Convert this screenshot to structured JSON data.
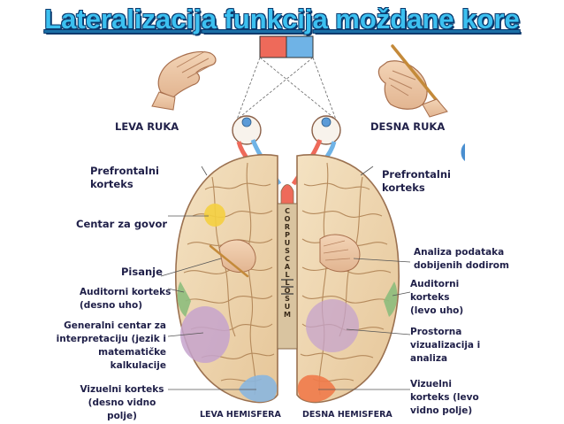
{
  "title": "Lateralizacija funkcija moždane kore",
  "labels": {
    "leva_ruka": "LEVA RUKA",
    "desna_ruka": "DESNA RUKA",
    "prefrontalni_levo": "Prefrontalni\nkorteks",
    "prefrontalni_desno": "Prefrontalni\nkorteks",
    "centar_za_govor": "Centar za govor",
    "pisanje": "Pisanje",
    "auditorni_levo": "Auditorni korteks\n(desno uho)",
    "generalni_centar": "Generalni centar za\ninterpretaciju (jezik i\nmatematičke kalkulacije",
    "vizuelni_levo": "Vizuelni korteks\n(desno vidno polje)",
    "analiza_dodira": "Analiza podataka\ndobijenih dodirom",
    "auditorni_desno": "Auditorni\nkorteks\n(levo uho)",
    "prostorna": "Prostorna\nvizualizacija i\nanaliza",
    "vizuelni_desno": "Vizuelni\nkorteks (levo\nvidno polje)",
    "leva_hemisfera": "LEVA HEMISFERA",
    "desna_hemisfera": "DESNA HEMISFERA",
    "corpus_callosum": "CORPUS CALLOSUM"
  },
  "colors": {
    "title": "#3cc0f0",
    "title_outline": "#0b3a6e",
    "label_text": "#1f1f48",
    "brain_tissue": "#f1d9b0",
    "gyri_lines": "#b58a5c",
    "red_field": "#ee6a5a",
    "blue_field": "#6fb3e6",
    "speech_center": "#f4cf40",
    "auditory": "#8dbd7c",
    "interpretation": "#c6a3cc",
    "visual_left": "#8ab6df",
    "visual_right": "#ef7a4a"
  }
}
